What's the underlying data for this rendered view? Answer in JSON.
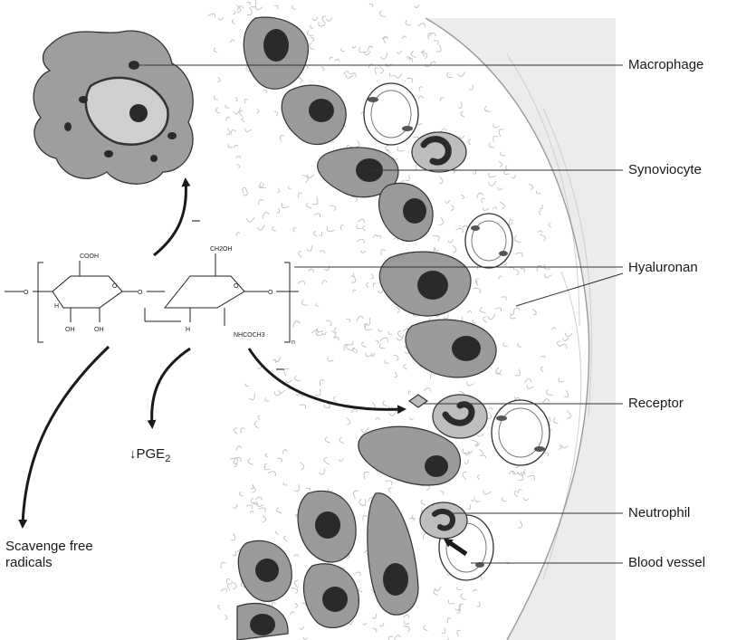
{
  "labels": {
    "macrophage": "Macrophage",
    "synoviocyte": "Synoviocyte",
    "hyaluronan": "Hyaluronan",
    "receptor": "Receptor",
    "neutrophil": "Neutrophil",
    "blood_vessel": "Blood vessel",
    "pge_arrow": "↓",
    "pge_main": "PGE",
    "pge_sub": "2",
    "scavenge_line1": "Scavenge free",
    "scavenge_line2": "radicals",
    "minus_top": "–",
    "minus_right": "–"
  },
  "structure_text": {
    "cooh": "COOH",
    "ch2oh": "CH2OH",
    "nhcoch3": "NHCOCH3",
    "ring_atoms": [
      "O",
      "O",
      "O",
      "O",
      "O"
    ],
    "h": "H",
    "oh": "OH",
    "n": "n"
  },
  "colors": {
    "ink": "#1a1a1a",
    "cell_fill": "#9a9a9a",
    "cell_light": "#bdbdbd",
    "nucleus": "#2a2a2a",
    "tissue_line": "#b0b0b0",
    "cartilage": "#e6e6e6"
  }
}
